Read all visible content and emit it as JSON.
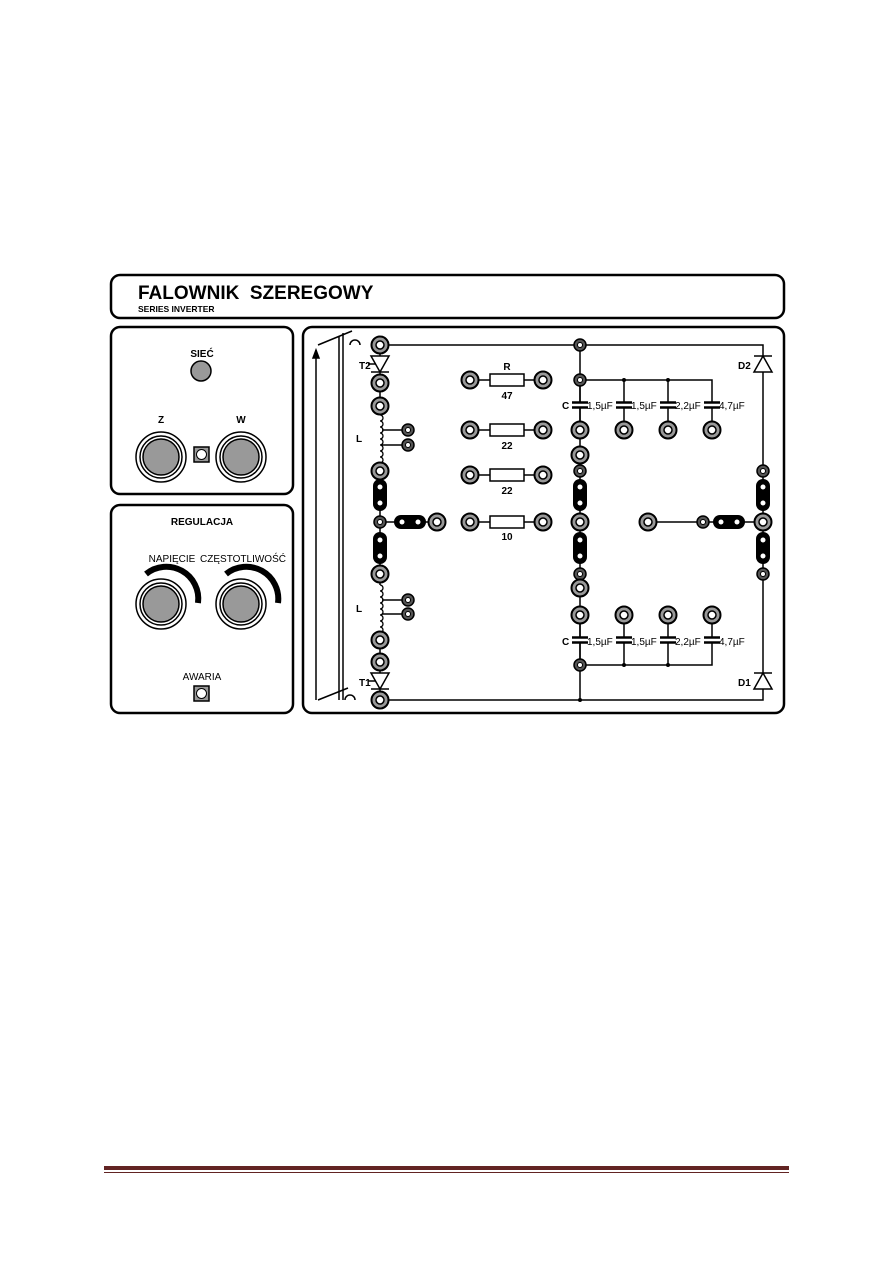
{
  "header": {
    "title": "FALOWNIK  SZEREGOWY",
    "subtitle": "SERIES INVERTER"
  },
  "power_panel": {
    "mains_label": "SIEĆ",
    "z_label": "Z",
    "w_label": "W"
  },
  "control_panel": {
    "title": "REGULACJA",
    "voltage_label": "NAPIĘCIE",
    "frequency_label": "CZĘSTOTLIWOŚĆ",
    "fault_label": "AWARIA"
  },
  "circuit": {
    "t2": "T2",
    "t1": "T1",
    "d2": "D2",
    "d1": "D1",
    "inductor_top": "L",
    "inductor_bottom": "L",
    "resistor_label": "R",
    "resistors": [
      "47",
      "22",
      "22",
      "10"
    ],
    "cap_label_top": "C",
    "cap_label_bottom": "C",
    "caps_top": [
      "1,5µF",
      "1,5µF",
      "2,2µF",
      "4,7µF"
    ],
    "caps_bottom": [
      "1,5µF",
      "1,5µF",
      "2,2µF",
      "4,7µF"
    ]
  },
  "colors": {
    "footer_rule": "#622423",
    "knob": "#999999"
  }
}
